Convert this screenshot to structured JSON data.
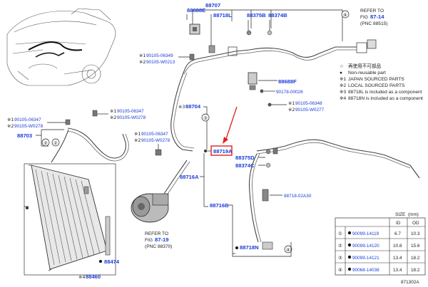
{
  "colors": {
    "link": "#1a3bd6",
    "highlight": "#e02020",
    "ink": "#222222"
  },
  "labels": {
    "p88707": "88707",
    "p88688E": "88688E",
    "p88718L": "88718L",
    "p88375B": "88375B",
    "p88374B": "88374B",
    "p88688F": "88688F",
    "p88704": "88704",
    "p88703": "88703",
    "p88719A": "88719A",
    "p88375D": "88375D",
    "p88374C": "88374C",
    "p88716A": "88716A",
    "p88716B": "88716B",
    "p88718_02A30": "88718-02A30",
    "p88718N": "88718N",
    "p88474": "88474",
    "p88460": "88460"
  },
  "refs": {
    "top_right": {
      "line1": "REFER TO",
      "line2": "FIG",
      "fig": "87-14",
      "pnc": "(PNC 88515)"
    },
    "compressor": {
      "line1": "REFER TO",
      "line2": "FIG",
      "fig": "87-19",
      "pnc": "(PNC 88370)"
    }
  },
  "bolts": {
    "a": {
      "p1": "※1",
      "n1": "90105-06349",
      "p2": "※2",
      "n2": "90105-W0213"
    },
    "b": {
      "p1": "※1",
      "n1": "90105-06347",
      "p2": "※2",
      "n2": "90105-W0278"
    },
    "c": {
      "p1": "※1",
      "n1": "90105-06347",
      "p2": "※2",
      "n2": "90105-W0278"
    },
    "d": {
      "p1": "※1",
      "n1": "90105-06347",
      "p2": "※2",
      "n2": "90105-W0278"
    },
    "e": {
      "p1": "※1",
      "n1": "90105-06348",
      "p2": "※2",
      "n2": "90105-W0277"
    },
    "f": {
      "n1": "90178-00026"
    }
  },
  "markers": {
    "m3": "※3",
    "m4": "※4",
    "c1": "①",
    "c2": "②",
    "c3": "③",
    "c4": "④"
  },
  "legend": [
    {
      "symbol": "☆",
      "text": "再使用不可部品"
    },
    {
      "symbol": "●",
      "text": "Non-reusable part"
    },
    {
      "symbol": "※1",
      "text": "JAPAN SOURCED PARTS"
    },
    {
      "symbol": "※2",
      "text": "LOCAL SOURCED PARTS"
    },
    {
      "symbol": "※3",
      "text": "88718L is included as a component"
    },
    {
      "symbol": "※4",
      "text": "88718N is included as a component"
    }
  ],
  "size_table": {
    "title": "SIZE",
    "unit": "(mm)",
    "headers": [
      "",
      "",
      "ID",
      "OD"
    ],
    "rows": [
      {
        "key": "①",
        "part": "90099-14119",
        "id": "6.7",
        "od": "10.3"
      },
      {
        "key": "②",
        "part": "90099-14120",
        "id": "10.8",
        "od": "15.6"
      },
      {
        "key": "③",
        "part": "90099-14121",
        "id": "13.4",
        "od": "18.2"
      },
      {
        "key": "④",
        "part": "90068-14038",
        "id": "13.4",
        "od": "18.2"
      }
    ]
  },
  "figure_code": "871302A"
}
